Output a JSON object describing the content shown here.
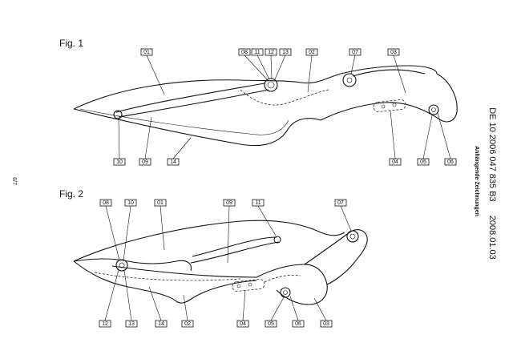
{
  "page_number": "6/7",
  "document": {
    "patent_id": "DE 10 2006 047 835 B3",
    "date": "2008.01.03",
    "subtitle": "Anhängende Zeichnungen"
  },
  "figures": [
    {
      "label": "Fig. 1",
      "refs": [
        "01",
        "08",
        "11",
        "12",
        "13",
        "02",
        "07",
        "03",
        "10",
        "09",
        "14",
        "04",
        "05",
        "06"
      ]
    },
    {
      "label": "Fig. 2",
      "refs": [
        "08",
        "10",
        "01",
        "09",
        "11",
        "07",
        "12",
        "13",
        "14",
        "02",
        "04",
        "05",
        "06",
        "03"
      ]
    }
  ]
}
